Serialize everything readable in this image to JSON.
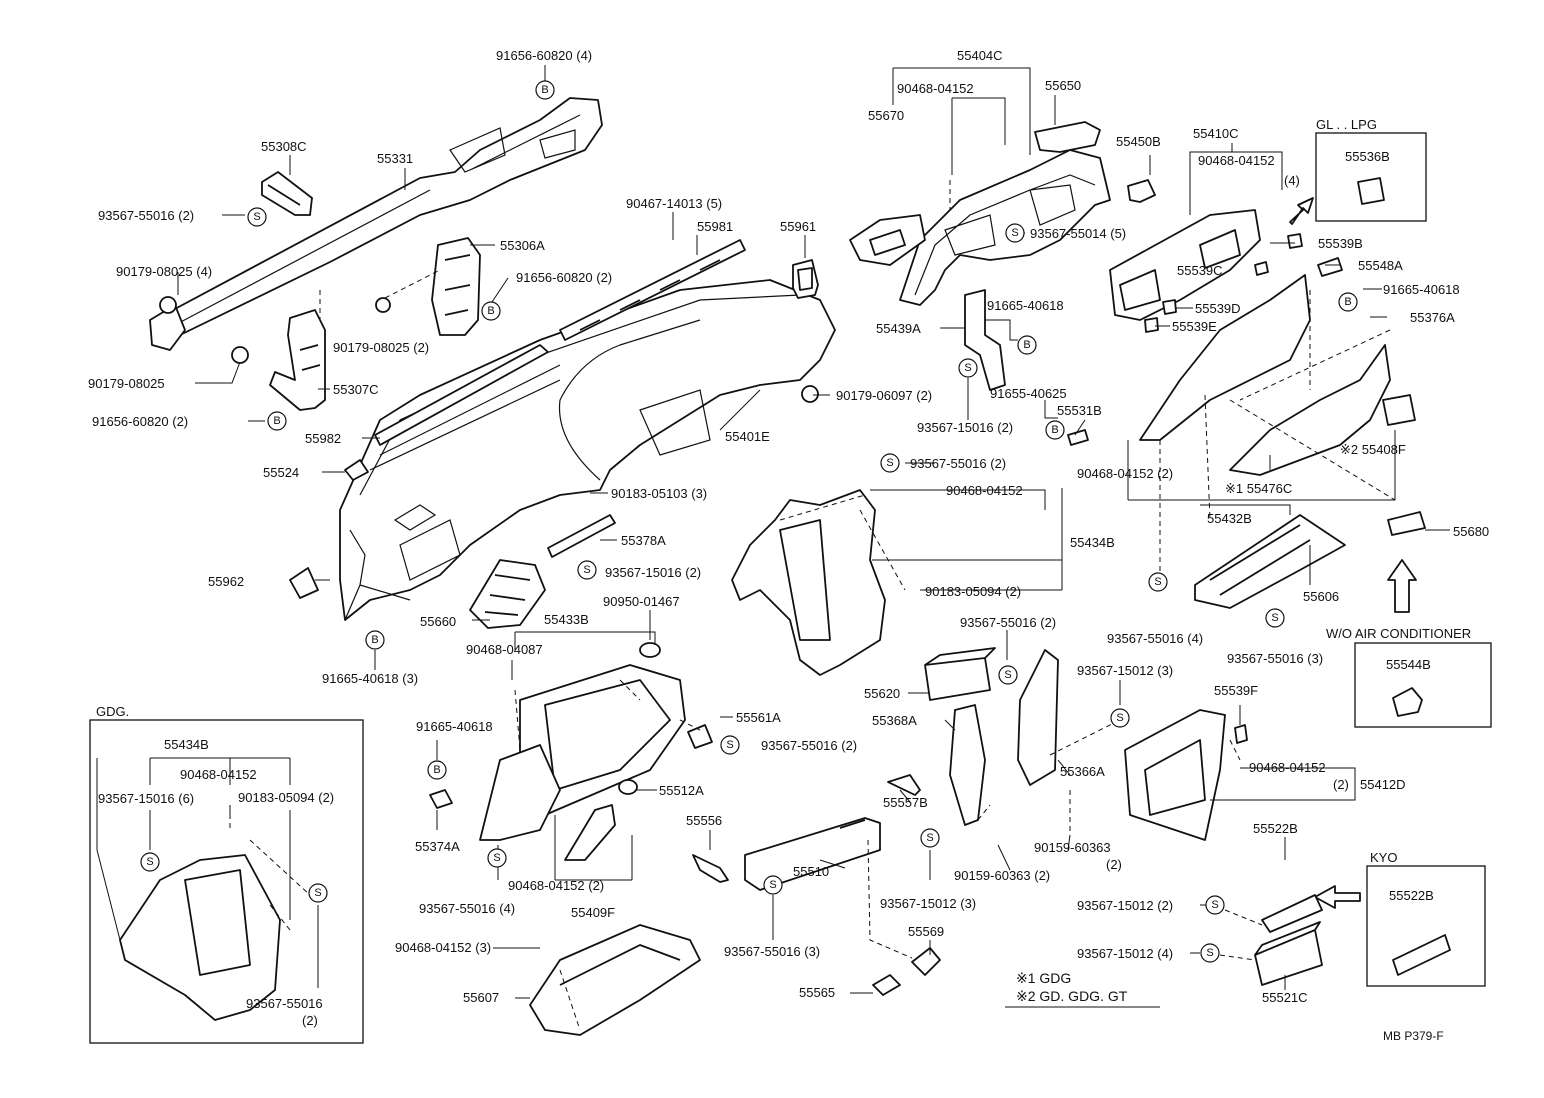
{
  "diagram": {
    "labels": [
      {
        "id": "l-91656-60820-top",
        "text": "91656-60820 (4)"
      },
      {
        "id": "l-55404c",
        "text": "55404C"
      },
      {
        "id": "l-90468-04152-a",
        "text": "90468-04152"
      },
      {
        "id": "l-55650",
        "text": "55650"
      },
      {
        "id": "l-55670",
        "text": "55670"
      },
      {
        "id": "l-55450b",
        "text": "55450B"
      },
      {
        "id": "l-55410c",
        "text": "55410C"
      },
      {
        "id": "l-90468-04152-b",
        "text": "90468-04152"
      },
      {
        "id": "l-4-b",
        "text": "(4)"
      },
      {
        "id": "l-gl-lpg",
        "text": "GL . . LPG"
      },
      {
        "id": "l-55536b",
        "text": "55536B"
      },
      {
        "id": "l-55308c",
        "text": "55308C"
      },
      {
        "id": "l-55331",
        "text": "55331"
      },
      {
        "id": "l-93567-55016-2a",
        "text": "93567-55016 (2)"
      },
      {
        "id": "l-55306a",
        "text": "55306A"
      },
      {
        "id": "l-90179-08025-4",
        "text": "90179-08025 (4)"
      },
      {
        "id": "l-91656-60820-2a",
        "text": "91656-60820 (2)"
      },
      {
        "id": "l-90179-08025-2",
        "text": "90179-08025 (2)"
      },
      {
        "id": "l-90179-08025",
        "text": "90179-08025"
      },
      {
        "id": "l-55307c",
        "text": "55307C"
      },
      {
        "id": "l-91656-60820-2b",
        "text": "91656-60820 (2)"
      },
      {
        "id": "l-90467-14013",
        "text": "90467-14013 (5)"
      },
      {
        "id": "l-55981",
        "text": "55981"
      },
      {
        "id": "l-55961",
        "text": "55961"
      },
      {
        "id": "l-93567-55014",
        "text": "93567-55014 (5)"
      },
      {
        "id": "l-55539b",
        "text": "55539B"
      },
      {
        "id": "l-55539c",
        "text": "55539C"
      },
      {
        "id": "l-55548a",
        "text": "55548A"
      },
      {
        "id": "l-55539d",
        "text": "55539D"
      },
      {
        "id": "l-91665-40618-r",
        "text": "91665-40618"
      },
      {
        "id": "l-55539e",
        "text": "55539E"
      },
      {
        "id": "l-55376a",
        "text": "55376A"
      },
      {
        "id": "l-55439a",
        "text": "55439A"
      },
      {
        "id": "l-91665-40618-m",
        "text": "91665-40618"
      },
      {
        "id": "l-90179-06097",
        "text": "90179-06097 (2)"
      },
      {
        "id": "l-91655-40625",
        "text": "91655-40625"
      },
      {
        "id": "l-55531b",
        "text": "55531B"
      },
      {
        "id": "l-93567-15016-2a",
        "text": "93567-15016 (2)"
      },
      {
        "id": "l-55982",
        "text": "55982"
      },
      {
        "id": "l-55401e",
        "text": "55401E"
      },
      {
        "id": "l-55524",
        "text": "55524"
      },
      {
        "id": "l-90183-05103",
        "text": "90183-05103 (3)"
      },
      {
        "id": "l-93567-55016-2b",
        "text": "93567-55016 (2)"
      },
      {
        "id": "l-90468-04152-c",
        "text": "90468-04152"
      },
      {
        "id": "l-90468-04152-2a",
        "text": "90468-04152 (2)"
      },
      {
        "id": "l-55408f",
        "text": "※2 55408F"
      },
      {
        "id": "l-55476c",
        "text": "※1 55476C"
      },
      {
        "id": "l-55432b",
        "text": "55432B"
      },
      {
        "id": "l-55680",
        "text": "55680"
      },
      {
        "id": "l-55378a",
        "text": "55378A"
      },
      {
        "id": "l-55434b",
        "text": "55434B"
      },
      {
        "id": "l-93567-15016-2b",
        "text": "93567-15016 (2)"
      },
      {
        "id": "l-55962",
        "text": "55962"
      },
      {
        "id": "l-90183-05094-2a",
        "text": "90183-05094 (2)"
      },
      {
        "id": "l-55606",
        "text": "55606"
      },
      {
        "id": "l-90950-01467",
        "text": "90950-01467"
      },
      {
        "id": "l-55660",
        "text": "55660"
      },
      {
        "id": "l-55433b",
        "text": "55433B"
      },
      {
        "id": "l-93567-55016-4a",
        "text": "93567-55016 (4)"
      },
      {
        "id": "l-wo-ac",
        "text": "W/O AIR CONDITIONER"
      },
      {
        "id": "l-91665-40618-3",
        "text": "91665-40618 (3)"
      },
      {
        "id": "l-90468-04087",
        "text": "90468-04087"
      },
      {
        "id": "l-93567-55016-2c",
        "text": "93567-55016 (2)"
      },
      {
        "id": "l-93567-55016-3a",
        "text": "93567-55016 (3)"
      },
      {
        "id": "l-55544b",
        "text": "55544B"
      },
      {
        "id": "l-55620",
        "text": "55620"
      },
      {
        "id": "l-93567-15012-3a",
        "text": "93567-15012 (3)"
      },
      {
        "id": "l-55539f",
        "text": "55539F"
      },
      {
        "id": "l-gdg",
        "text": "GDG."
      },
      {
        "id": "l-55561a",
        "text": "55561A"
      },
      {
        "id": "l-55368a",
        "text": "55368A"
      },
      {
        "id": "l-91665-40618-l",
        "text": "91665-40618"
      },
      {
        "id": "l-93567-55016-2d",
        "text": "93567-55016 (2)"
      },
      {
        "id": "l-55434b-g",
        "text": "55434B"
      },
      {
        "id": "l-90468-04152-g",
        "text": "90468-04152"
      },
      {
        "id": "l-93567-15016-6",
        "text": "93567-15016 (6)"
      },
      {
        "id": "l-90183-05094-2b",
        "text": "90183-05094 (2)"
      },
      {
        "id": "l-55512a",
        "text": "55512A"
      },
      {
        "id": "l-55366a",
        "text": "55366A"
      },
      {
        "id": "l-90468-04152-d",
        "text": "90468-04152"
      },
      {
        "id": "l-2-d",
        "text": "(2)"
      },
      {
        "id": "l-55412d",
        "text": "55412D"
      },
      {
        "id": "l-55557b",
        "text": "55557B"
      },
      {
        "id": "l-55374a",
        "text": "55374A"
      },
      {
        "id": "l-55556",
        "text": "55556"
      },
      {
        "id": "l-90159-60363-a",
        "text": "90159-60363"
      },
      {
        "id": "l-2-e",
        "text": "(2)"
      },
      {
        "id": "l-55522b",
        "text": "55522B"
      },
      {
        "id": "l-kyo",
        "text": "KYO"
      },
      {
        "id": "l-55510",
        "text": "55510"
      },
      {
        "id": "l-90468-04152-2b",
        "text": "90468-04152 (2)"
      },
      {
        "id": "l-90159-60363-b",
        "text": "90159-60363 (2)"
      },
      {
        "id": "l-55522b-k",
        "text": "55522B"
      },
      {
        "id": "l-93567-55016-4b",
        "text": "93567-55016 (4)"
      },
      {
        "id": "l-55409f",
        "text": "55409F"
      },
      {
        "id": "l-93567-15012-3b",
        "text": "93567-15012 (3)"
      },
      {
        "id": "l-93567-15012-2",
        "text": "93567-15012 (2)"
      },
      {
        "id": "l-90468-04152-3",
        "text": "90468-04152 (3)"
      },
      {
        "id": "l-93567-55016-3b",
        "text": "93567-55016 (3)"
      },
      {
        "id": "l-55569",
        "text": "55569"
      },
      {
        "id": "l-93567-15012-4",
        "text": "93567-15012 (4)"
      },
      {
        "id": "l-93567-55016-g",
        "text": "93567-55016"
      },
      {
        "id": "l-2-g",
        "text": "(2)"
      },
      {
        "id": "l-55607",
        "text": "55607"
      },
      {
        "id": "l-55565",
        "text": "55565"
      },
      {
        "id": "l-note1",
        "text": "※1 GDG"
      },
      {
        "id": "l-note2",
        "text": "※2 GD. GDG. GT"
      },
      {
        "id": "l-55521c",
        "text": "55521C"
      },
      {
        "id": "l-mb",
        "text": "MB P379-F"
      }
    ],
    "symbols": {
      "b": "B",
      "s": "S"
    }
  }
}
